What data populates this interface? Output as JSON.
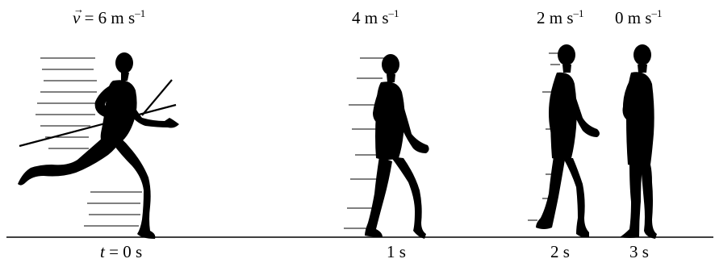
{
  "speed_labels": {
    "s0": {
      "vector_symbol": "v",
      "arrow": "⃗",
      "equals": " = ",
      "value": "6",
      "unit": " m s",
      "exponent": "–1"
    },
    "s1": {
      "value": "4",
      "unit": " m s",
      "exponent": "–1"
    },
    "s2": {
      "value": "2",
      "unit": " m s",
      "exponent": "–1"
    },
    "s3": {
      "value": "0",
      "unit": " m s",
      "exponent": "–1"
    }
  },
  "time_labels": {
    "t0": {
      "symbol": "t",
      "equals": " = ",
      "value": "0",
      "unit": " s"
    },
    "t1": {
      "value": "1",
      "unit": " s"
    },
    "t2": {
      "value": "2",
      "unit": " s"
    },
    "t3": {
      "value": "3",
      "unit": " s"
    }
  },
  "figures": [
    {
      "pose": "sprinting",
      "speed": 6,
      "time": 0
    },
    {
      "pose": "walking",
      "speed": 4,
      "time": 1
    },
    {
      "pose": "slow-walking",
      "speed": 2,
      "time": 2
    },
    {
      "pose": "standing",
      "speed": 0,
      "time": 3
    }
  ],
  "colors": {
    "silhouette": "#000000",
    "background": "#ffffff"
  }
}
